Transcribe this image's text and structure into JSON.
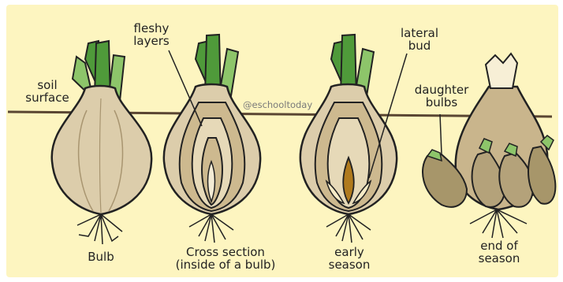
{
  "labels": {
    "soil_surface": "soil\nsurface",
    "fleshy_layers": "fleshy\nlayers",
    "lateral_bud": "lateral\nbud",
    "daughter_bulbs": "daughter\nbulbs",
    "bulb": "Bulb",
    "cross_section": "Cross section\n(inside of a bulb)",
    "early_season": "early\nseason",
    "end_of_season": "end of\nseason"
  },
  "watermark": "@eschooltoday",
  "colors": {
    "background": "#fdf5c0",
    "bulb_fill": "#dccdab",
    "bulb_fill_dark": "#cdb98f",
    "leaf_green": "#4f9a3a",
    "leaf_light": "#8dc56a",
    "soil_line": "#5a4632",
    "embryo": "#b07a1d"
  },
  "icons": [
    "bulb-whole-icon",
    "bulb-cross-section-icon",
    "bulb-early-season-icon",
    "bulb-end-of-season-icon",
    "roots-icon"
  ]
}
